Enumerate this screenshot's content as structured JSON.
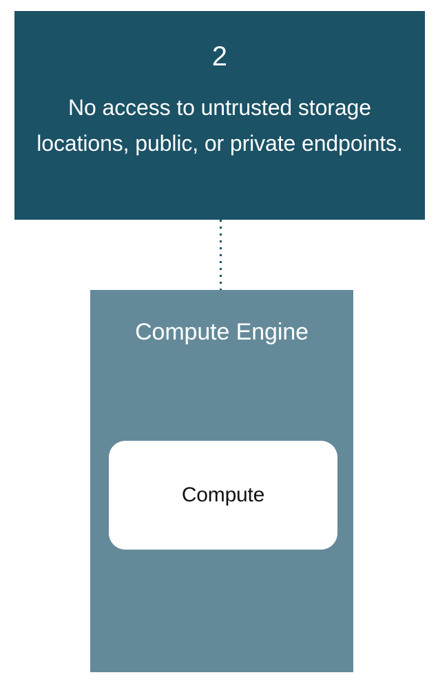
{
  "diagram": {
    "background_color": "#ffffff",
    "callout": {
      "number": "2",
      "body": "No access to untrusted storage locations, public, or private endpoints.",
      "background_color": "#1b5265",
      "text_color": "#ffffff"
    },
    "connector": {
      "style": "dotted",
      "orientation": "vertical",
      "color": "#1b5265"
    },
    "engine": {
      "title": "Compute Engine",
      "background_color": "#648a9a",
      "text_color": "#ffffff",
      "node": {
        "label": "Compute",
        "background_color": "#ffffff",
        "text_color": "#111111"
      }
    }
  }
}
